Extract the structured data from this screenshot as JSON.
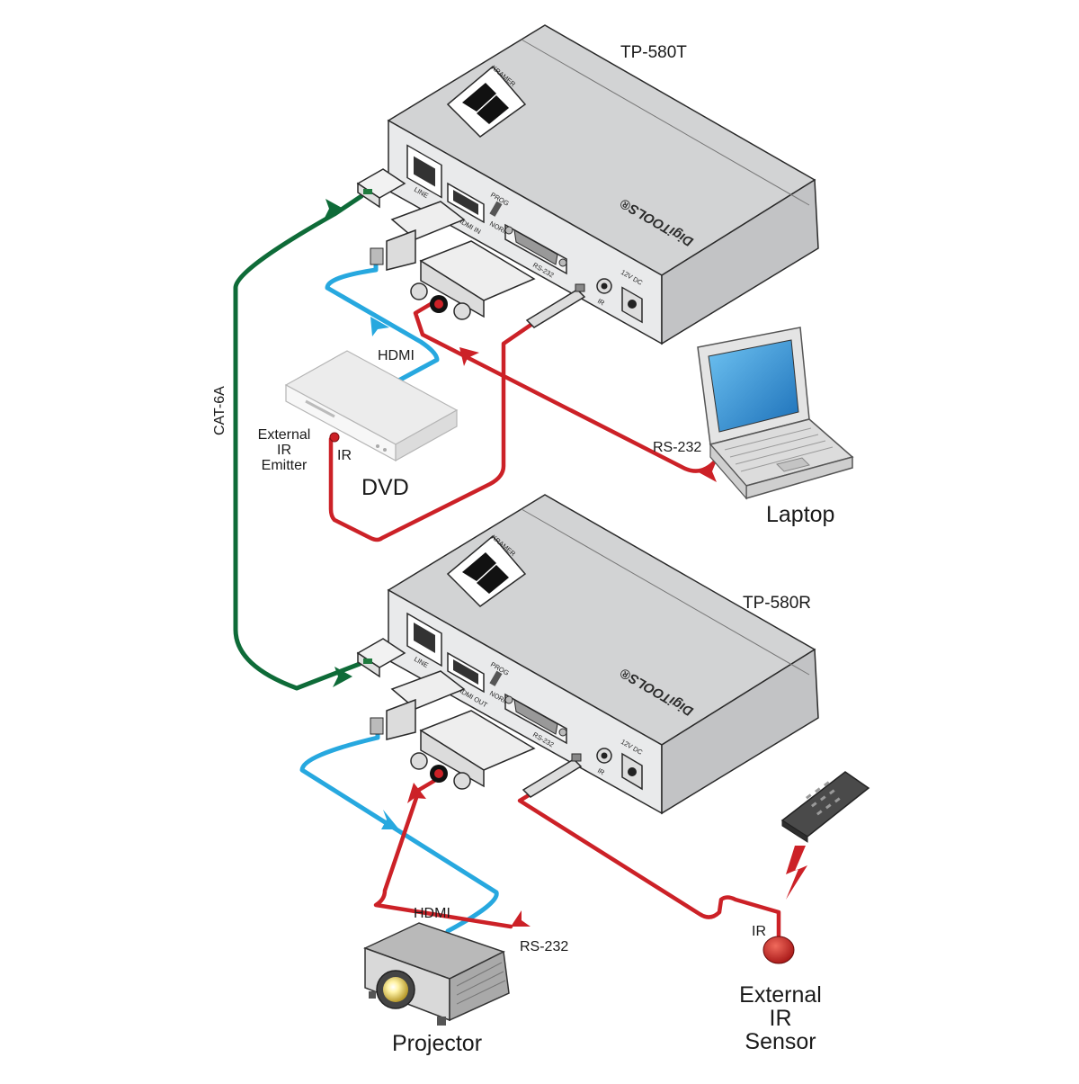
{
  "colors": {
    "cat6": "#0e6b38",
    "hdmi": "#27a8df",
    "serial": "#cc2127",
    "device_top": "#d2d3d4",
    "device_front": "#e9eaeb",
    "device_side": "#c2c3c5",
    "outline": "#2a2a2a"
  },
  "devices": {
    "transmitter": {
      "model": "TP-580T",
      "brand": "Kramer",
      "brand_text": "KRAMER",
      "series": "DigiTOOLS®",
      "ports": {
        "line": "LINE",
        "hdmi": "HDMI IN",
        "prog": "PROG",
        "normal": "NORMAL",
        "rs232": "RS-232",
        "ir": "IR",
        "power": "12V DC"
      }
    },
    "receiver": {
      "model": "TP-580R",
      "brand": "Kramer",
      "brand_text": "KRAMER",
      "series": "DigiTOOLS®",
      "ports": {
        "line": "LINE",
        "hdmi": "HDMI OUT",
        "prog": "PROG",
        "normal": "NORMAL",
        "rs232": "RS-232",
        "ir": "IR",
        "power": "12V DC"
      }
    }
  },
  "peripherals": {
    "dvd": {
      "label": "DVD",
      "ir_label": "IR",
      "emitter_label": [
        "External",
        "IR",
        "Emitter"
      ]
    },
    "laptop": {
      "label": "Laptop"
    },
    "projector": {
      "label": "Projector"
    },
    "ir_sensor": {
      "label": [
        "External",
        "IR",
        "Sensor"
      ],
      "ir_label": "IR"
    },
    "remote": {
      "icon": "remote-control-icon"
    }
  },
  "cables": {
    "cat6": {
      "label": "CAT-6A"
    },
    "hdmi_source": {
      "label": "HDMI"
    },
    "hdmi_display": {
      "label": "HDMI"
    },
    "rs232_laptop": {
      "label": "RS-232"
    },
    "rs232_projector": {
      "label": "RS-232"
    }
  }
}
